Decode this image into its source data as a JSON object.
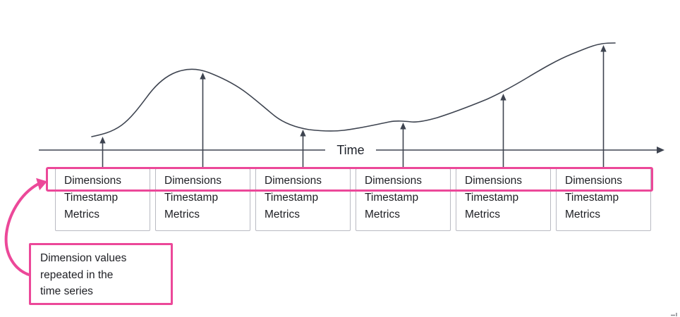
{
  "diagram": {
    "axis": {
      "label": "Time"
    },
    "records": [
      {
        "dimensions": "Dimensions",
        "timestamp": "Timestamp",
        "metrics": "Metrics"
      },
      {
        "dimensions": "Dimensions",
        "timestamp": "Timestamp",
        "metrics": "Metrics"
      },
      {
        "dimensions": "Dimensions",
        "timestamp": "Timestamp",
        "metrics": "Metrics"
      },
      {
        "dimensions": "Dimensions",
        "timestamp": "Timestamp",
        "metrics": "Metrics"
      },
      {
        "dimensions": "Dimensions",
        "timestamp": "Timestamp",
        "metrics": "Metrics"
      },
      {
        "dimensions": "Dimensions",
        "timestamp": "Timestamp",
        "metrics": "Metrics"
      }
    ],
    "callout": {
      "lines": [
        "Dimension values",
        "repeated in the",
        "time series"
      ]
    },
    "colors": {
      "accent_pink": "#ec4899",
      "line_dark": "#3e4450",
      "box_border": "#b9bac2",
      "text_dark": "#1e1f24"
    }
  }
}
